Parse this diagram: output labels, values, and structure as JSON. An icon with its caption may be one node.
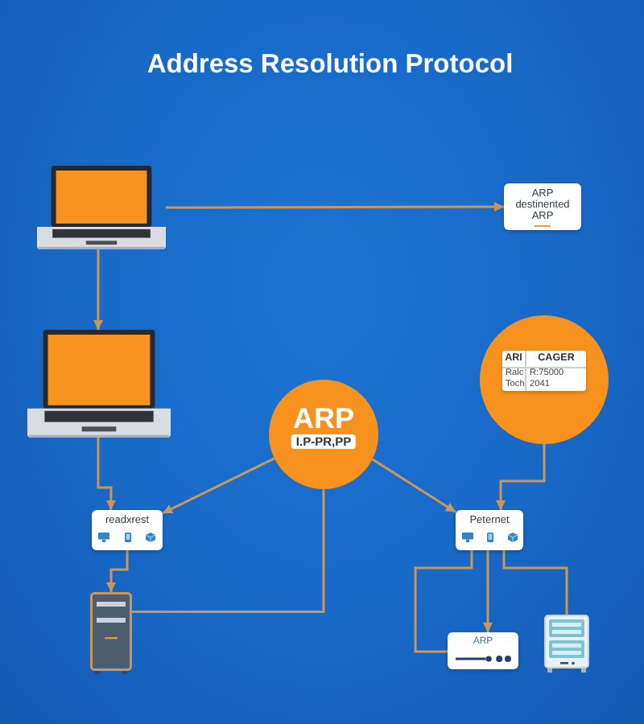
{
  "diagram": {
    "title": "Address Resolution Protocol",
    "nodes": [
      {
        "text": [],
        "shape": "picture"
      },
      {
        "text": [
          "ARP destinented ARP"
        ]
      },
      {
        "text": [],
        "shape": "picture"
      },
      {
        "text": [
          "ARP",
          "I.P-PR,PP"
        ]
      },
      {
        "text": [
          "ARI",
          "CAGER",
          "Ralc",
          "R:75000",
          "Toch",
          "2041"
        ]
      },
      {
        "text": [
          "readxrest"
        ]
      },
      {
        "text": [
          "Peternet"
        ]
      },
      {
        "text": [],
        "shape": "picture"
      },
      {
        "text": [
          "ARP"
        ]
      },
      {
        "text": [],
        "shape": "picture"
      }
    ],
    "edges": [
      {
        "from": 0,
        "to": 1,
        "arrow": "to"
      },
      {
        "from": 0,
        "to": 2,
        "arrow": "to"
      },
      {
        "from": 2,
        "to": 5,
        "arrow": "to"
      },
      {
        "from": 3,
        "to": 5,
        "arrow": "to"
      },
      {
        "from": 5,
        "to": 7,
        "arrow": "to"
      },
      {
        "from": 7,
        "to": 3,
        "arrow": "none"
      },
      {
        "from": 3,
        "to": 6,
        "arrow": "to"
      },
      {
        "from": 4,
        "to": 6,
        "arrow": "to"
      },
      {
        "from": 6,
        "to": 8,
        "arrow": "to"
      },
      {
        "from": 6,
        "to": 8,
        "arrow": "none"
      },
      {
        "from": 6,
        "to": 9,
        "arrow": "none"
      }
    ]
  }
}
